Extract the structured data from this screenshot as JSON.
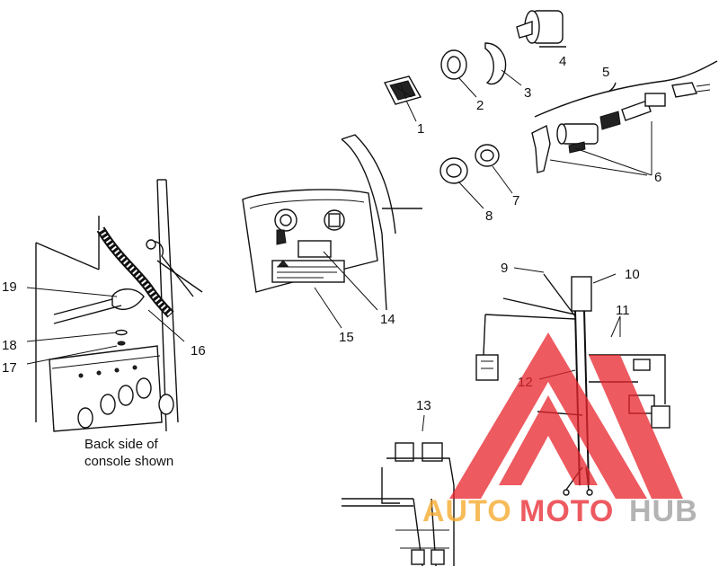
{
  "callouts": {
    "c1": "1",
    "c2": "2",
    "c3": "3",
    "c4": "4",
    "c5": "5",
    "c6": "6",
    "c7": "7",
    "c8": "8",
    "c9": "9",
    "c10": "10",
    "c11": "11",
    "c12": "12",
    "c13": "13",
    "c14": "14",
    "c15": "15",
    "c16": "16",
    "c17": "17",
    "c18": "18",
    "c19": "19"
  },
  "caption": {
    "line1": "Back side of",
    "line2": "console shown"
  },
  "watermark": {
    "part1": "AUTO",
    "part2": "MOTO",
    "part3": "HUB",
    "color_orange": "#f5a623",
    "color_red": "#e8242b",
    "color_gray": "#9a9a9a"
  }
}
